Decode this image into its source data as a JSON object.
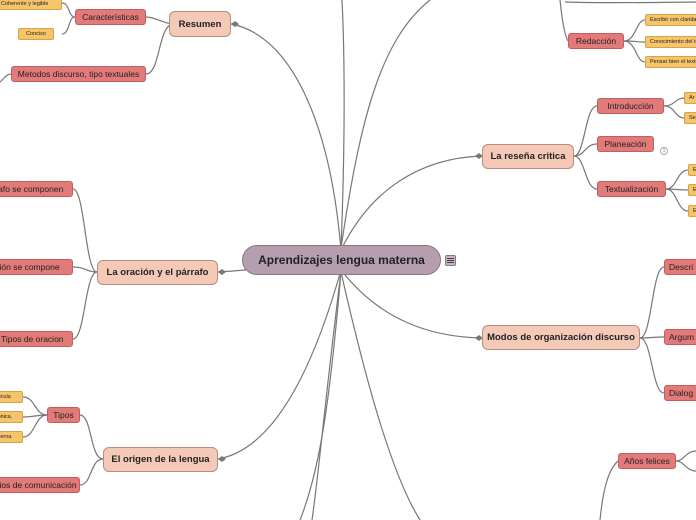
{
  "root": {
    "label": "Aprendizajes lengua materna"
  },
  "branches": {
    "resumen": {
      "label": "Resumen",
      "caracteristicas": "Características",
      "coherente": "Coherente y legible",
      "conciso": "Conciso",
      "metodos": "Metodos discurso, tipo textuales"
    },
    "oracion": {
      "label": "La oración y el  párrafo",
      "parrafo": "párrafo  se componen",
      "oracion_compone": "oración se compone",
      "tipos_oracion": "Tipos de oracion"
    },
    "origen": {
      "label": "El origen de la lengua",
      "tipos": "Tipos",
      "articula": "articula",
      "cronica": "crónica,",
      "externa": "externa",
      "medios": "medios de comunicación"
    },
    "redaccion": {
      "label": "Redacción",
      "escribir": "Escribir con claridad",
      "conocimiento": "Conocimiento del tema",
      "pensar": "Pensar bien el texto"
    },
    "resena": {
      "label": "La reseña critica",
      "introduccion": "Introducción",
      "intro_leaf_1": "Ar",
      "intro_leaf_2": "Se",
      "planeacion": "Planeación",
      "planeacion_badge": "1",
      "textualizacion": "Textualización",
      "text_leaf_1": "E",
      "text_leaf_2": "E",
      "text_leaf_3": "E"
    },
    "modos": {
      "label": "Modos de organización discurso",
      "descripcion": "Descri",
      "argumentacion": "Argum",
      "dialogo": "Dialog"
    },
    "anos": {
      "label": "Años felices"
    }
  },
  "colors": {
    "root_fill": "#b59eae",
    "main_fill": "#f4c9b8",
    "sub_fill": "#e37a7a",
    "leaf_fill": "#f6c46a",
    "link": "#777777"
  },
  "icons": {
    "root_menu": "menu-lines-icon",
    "collapse": "collapse-count-icon"
  }
}
